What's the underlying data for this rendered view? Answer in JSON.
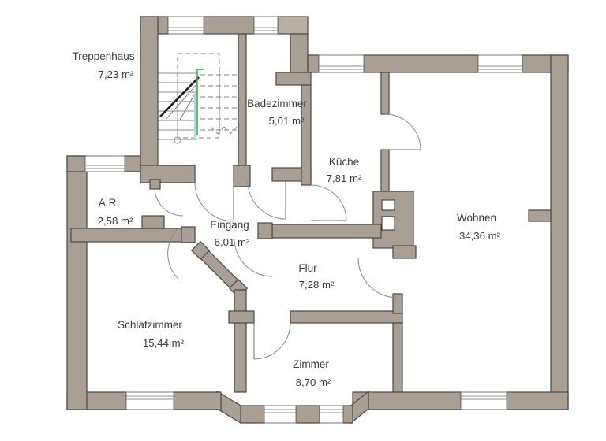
{
  "figure": {
    "kind": "apartment floor plan",
    "language": "German"
  },
  "colors": {
    "wall_fill": "#a89f95",
    "wall_light": "#b8b0a6",
    "wall_outline": "#4a4845",
    "background": "#ffffff",
    "text": "#3b3b3b",
    "stair_marker_green": "#35b24a",
    "stair_marker_cyan": "#a6daea"
  },
  "rooms": [
    {
      "id": "treppenhaus",
      "name": "Treppenhaus",
      "area": "7,23 m²"
    },
    {
      "id": "badezimmer",
      "name": "Badezimmer",
      "area": "5,01 m²"
    },
    {
      "id": "kueche",
      "name": "Küche",
      "area": "7,81 m²"
    },
    {
      "id": "wohnen",
      "name": "Wohnen",
      "area": "34,36 m²"
    },
    {
      "id": "ar",
      "name": "A.R.",
      "area": "2,58 m²"
    },
    {
      "id": "eingang",
      "name": "Eingang",
      "area": "6,01 m²"
    },
    {
      "id": "flur",
      "name": "Flur",
      "area": "7,28 m²"
    },
    {
      "id": "schlafzimmer",
      "name": "Schlafzimmer",
      "area": "15,44 m²"
    },
    {
      "id": "zimmer",
      "name": "Zimmer",
      "area": "8,70 m²"
    }
  ]
}
